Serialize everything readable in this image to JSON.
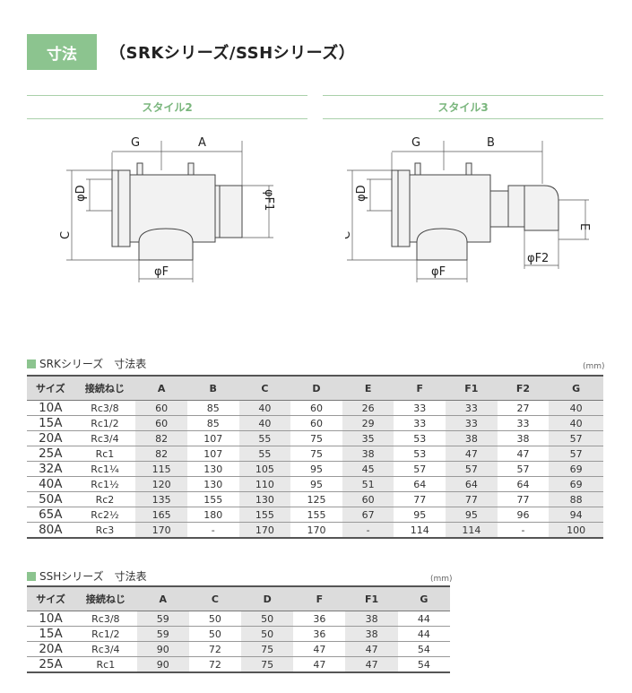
{
  "header": {
    "tag": "寸法",
    "title": "（SRKシリーズ/SSHシリーズ）"
  },
  "styles": [
    {
      "title": "スタイル2",
      "labels": {
        "g": "G",
        "a": "A",
        "phi_d": "φD",
        "c": "C",
        "phi_f1": "φF1",
        "phi_f": "φF"
      }
    },
    {
      "title": "スタイル3",
      "labels": {
        "g": "G",
        "b": "B",
        "phi_d": "φD",
        "c": "C",
        "e": "E",
        "phi_f2": "φF2",
        "phi_f": "φF"
      }
    }
  ],
  "srk_table": {
    "title": "SRKシリーズ　寸法表",
    "unit": "(mm)",
    "columns": [
      "サイズ",
      "接続ねじ",
      "A",
      "B",
      "C",
      "D",
      "E",
      "F",
      "F1",
      "F2",
      "G"
    ],
    "rows": [
      [
        "10A",
        "Rc3/8",
        "60",
        "85",
        "40",
        "60",
        "26",
        "33",
        "33",
        "27",
        "40"
      ],
      [
        "15A",
        "Rc1/2",
        "60",
        "85",
        "40",
        "60",
        "29",
        "33",
        "33",
        "33",
        "40"
      ],
      [
        "20A",
        "Rc3/4",
        "82",
        "107",
        "55",
        "75",
        "35",
        "53",
        "38",
        "38",
        "57"
      ],
      [
        "25A",
        "Rc1",
        "82",
        "107",
        "55",
        "75",
        "38",
        "53",
        "47",
        "47",
        "57"
      ],
      [
        "32A",
        "Rc1¼",
        "115",
        "130",
        "105",
        "95",
        "45",
        "57",
        "57",
        "57",
        "69"
      ],
      [
        "40A",
        "Rc1½",
        "120",
        "130",
        "110",
        "95",
        "51",
        "64",
        "64",
        "64",
        "69"
      ],
      [
        "50A",
        "Rc2",
        "135",
        "155",
        "130",
        "125",
        "60",
        "77",
        "77",
        "77",
        "88"
      ],
      [
        "65A",
        "Rc2½",
        "165",
        "180",
        "155",
        "155",
        "67",
        "95",
        "95",
        "96",
        "94"
      ],
      [
        "80A",
        "Rc3",
        "170",
        "-",
        "170",
        "170",
        "-",
        "114",
        "114",
        "-",
        "100"
      ]
    ]
  },
  "ssh_table": {
    "title": "SSHシリーズ　寸法表",
    "unit": "(mm)",
    "columns": [
      "サイズ",
      "接続ねじ",
      "A",
      "C",
      "D",
      "F",
      "F1",
      "G"
    ],
    "rows": [
      [
        "10A",
        "Rc3/8",
        "59",
        "50",
        "50",
        "36",
        "38",
        "44"
      ],
      [
        "15A",
        "Rc1/2",
        "59",
        "50",
        "50",
        "36",
        "38",
        "44"
      ],
      [
        "20A",
        "Rc3/4",
        "90",
        "72",
        "75",
        "47",
        "47",
        "54"
      ],
      [
        "25A",
        "Rc1",
        "90",
        "72",
        "75",
        "47",
        "47",
        "54"
      ]
    ]
  },
  "colors": {
    "accent": "#8cc48f",
    "header_bg": "#dcdcdc",
    "alt_col_bg": "#e8e8e8"
  }
}
